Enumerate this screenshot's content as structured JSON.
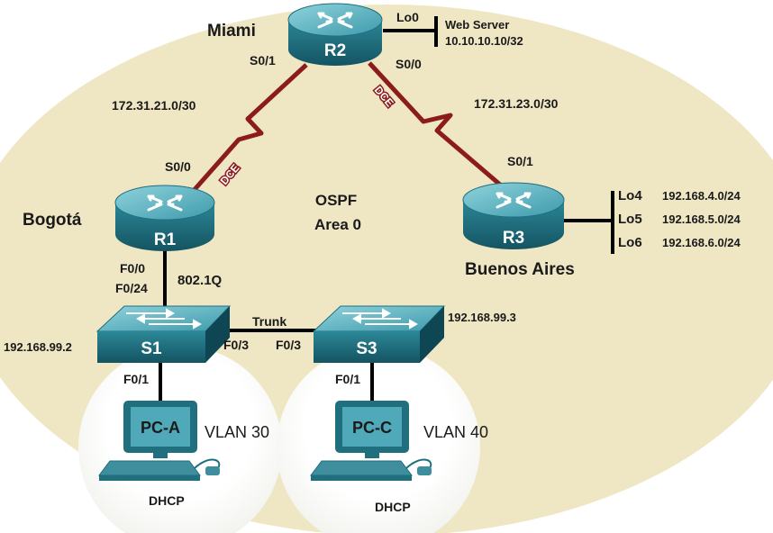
{
  "colors": {
    "area_fill": "#efe6c4",
    "serial_link": "#8c1b1b",
    "device_top": "#5fb3c1",
    "device_side": "#1f6f7f",
    "cable": "#000000"
  },
  "routers": {
    "r2": {
      "name": "R2",
      "city": "Miami"
    },
    "r1": {
      "name": "R1",
      "city": "Bogotá"
    },
    "r3": {
      "name": "R3",
      "city": "Buenos Aires"
    }
  },
  "switches": {
    "s1": {
      "name": "S1",
      "ip": "192.168.99.2"
    },
    "s3": {
      "name": "S3",
      "ip": "192.168.99.3"
    }
  },
  "pcs": {
    "pca": {
      "name": "PC-A",
      "vlan": "VLAN 30",
      "addressing": "DHCP"
    },
    "pcc": {
      "name": "PC-C",
      "vlan": "VLAN 40",
      "addressing": "DHCP"
    }
  },
  "area": {
    "protocol": "OSPF",
    "name": "Area 0"
  },
  "links": {
    "r1_r2": {
      "network": "172.31.21.0/30",
      "r2_port": "S0/1",
      "r1_port": "S0/0",
      "dce": "DCE"
    },
    "r2_r3": {
      "network": "172.31.23.0/30",
      "r2_port": "S0/0",
      "r3_port": "S0/1",
      "dce": "DCE"
    },
    "r1_s1": {
      "r1_port": "F0/0",
      "s1_port": "F0/24",
      "encapsulation": "802.1Q"
    },
    "s1_s3": {
      "label": "Trunk",
      "s1_port": "F0/3",
      "s3_port": "F0/3"
    },
    "s1_pca": {
      "port": "F0/1"
    },
    "s3_pcc": {
      "port": "F0/1"
    }
  },
  "loopbacks": {
    "lo0": {
      "name": "Lo0",
      "desc": "Web Server",
      "network": "10.10.10.10/32"
    },
    "lo4": {
      "name": "Lo4",
      "network": "192.168.4.0/24"
    },
    "lo5": {
      "name": "Lo5",
      "network": "192.168.5.0/24"
    },
    "lo6": {
      "name": "Lo6",
      "network": "192.168.6.0/24"
    }
  }
}
